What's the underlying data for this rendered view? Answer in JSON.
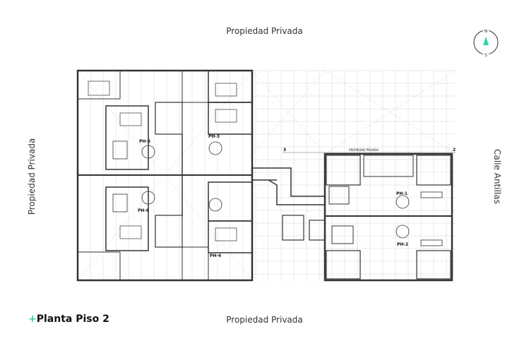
{
  "title": {
    "prefix": "+",
    "text": "Planta Piso 2",
    "accent_color": "#2fd1b0"
  },
  "borders": {
    "top": "Propiedad Privada",
    "bottom": "Propiedad Privada",
    "left": "Propiedad Privada",
    "right": "Calle Antillas"
  },
  "compass": {
    "north": "N",
    "south": "S",
    "arrow_color": "#2fd1b0"
  },
  "plan": {
    "units": [
      "PH-1",
      "PH-2",
      "PH-3",
      "PH-4",
      "PH-5",
      "PH-6"
    ],
    "inner_boundary_label": "PROPIEDAD PRIVADA",
    "axis_marks": [
      "3",
      "2"
    ]
  }
}
